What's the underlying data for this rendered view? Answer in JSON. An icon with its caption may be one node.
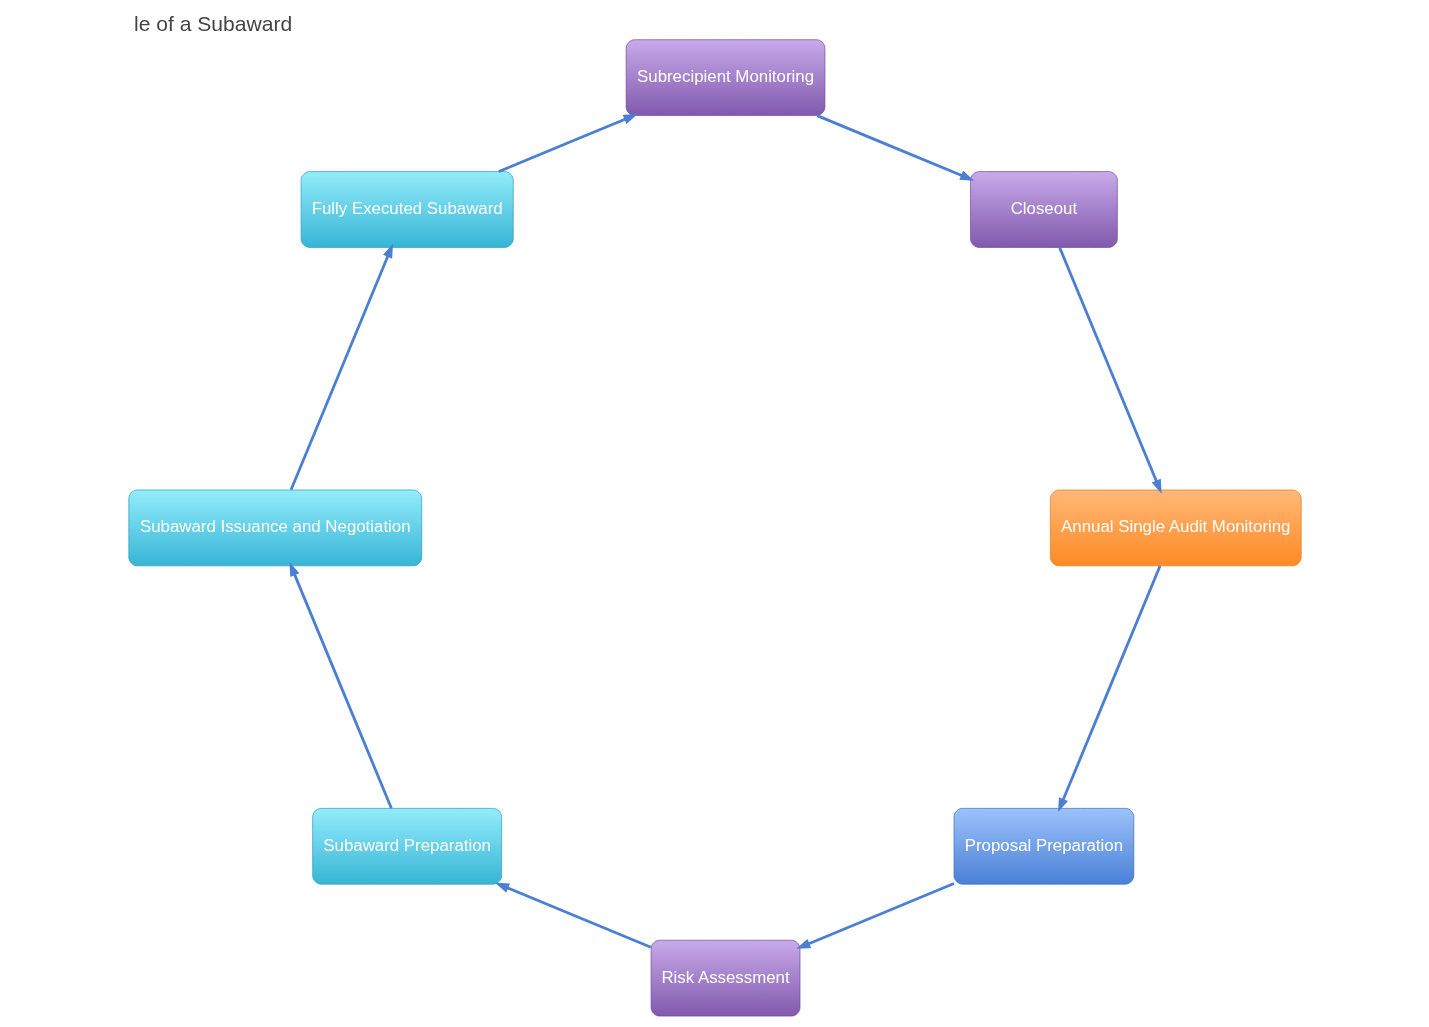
{
  "diagram": {
    "title": "le of a Subaward",
    "nodes": [
      {
        "text": [
          "Proposal Preparation"
        ]
      },
      {
        "text": [
          "Risk Assessment"
        ]
      },
      {
        "text": [
          "Subaward Preparation"
        ]
      },
      {
        "text": [
          "Subaward Issuance and Negotiation"
        ]
      },
      {
        "text": [
          "Fully Executed Subaward"
        ]
      },
      {
        "text": [
          "Subrecipient Monitoring"
        ]
      },
      {
        "text": [
          "Closeout"
        ]
      },
      {
        "text": [
          "Annual Single Audit Monitoring"
        ]
      }
    ],
    "edges": [
      {
        "from": 0,
        "to": 1,
        "arrow": "to"
      },
      {
        "from": 1,
        "to": 2,
        "arrow": "to"
      },
      {
        "from": 2,
        "to": 3,
        "arrow": "to"
      },
      {
        "from": 3,
        "to": 4,
        "arrow": "to"
      },
      {
        "from": 4,
        "to": 5,
        "arrow": "to"
      },
      {
        "from": 5,
        "to": 6,
        "arrow": "to"
      },
      {
        "from": 6,
        "to": 7,
        "arrow": "to"
      },
      {
        "from": 7,
        "to": 0,
        "arrow": "to"
      }
    ]
  }
}
